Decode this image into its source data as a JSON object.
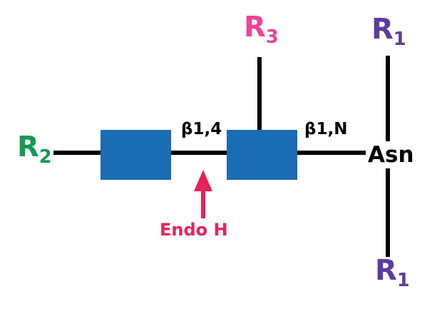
{
  "title": "Endo H cleavage site on N-linked glycan core",
  "colors": {
    "background": "#ffffff",
    "residue_square_blue": "#1a6cb3",
    "r2_green": "#149a52",
    "r3_pink": "#ee4399",
    "r1_purple": "#5c3d9e",
    "endo_h_crimson": "#e82158",
    "line_black": "#000000"
  },
  "labels": {
    "r2": {
      "text": "R",
      "sub": "2"
    },
    "r3": {
      "text": "R",
      "sub": "3"
    },
    "r1_top": {
      "text": "R",
      "sub": "1"
    },
    "r1_bottom": {
      "text": "R",
      "sub": "1"
    },
    "asn": "Asn",
    "linkage_beta14": "β1,4",
    "linkage_beta1n": "β1,N",
    "enzyme": "Endo H"
  },
  "icons": {
    "cleavage_arrow": "up-arrow-icon"
  },
  "diagram": {
    "residues": [
      {
        "name": "glcnac-square-1",
        "shape": "square",
        "color": "#1a6cb3"
      },
      {
        "name": "glcnac-square-2",
        "shape": "square",
        "color": "#1a6cb3"
      }
    ],
    "connections": [
      "R2 — square1",
      "square1 — β1,4 — square2",
      "square2 — β1,N — Asn",
      "R3 — square2 (vertical)",
      "R1 — Asn (vertical, above)",
      "Asn — R1 (vertical, below)"
    ],
    "annotation": "Endo H arrow points up at the β1,4 bond between the two squares"
  }
}
